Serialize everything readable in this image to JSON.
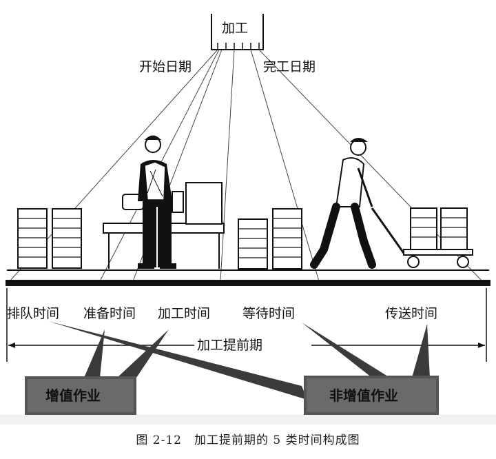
{
  "top": {
    "process_label": "加工",
    "start_date": "开始日期",
    "end_date": "完工日期"
  },
  "time_categories": [
    "排队时间",
    "准备时间",
    "加工时间",
    "等待时间",
    "传送时间"
  ],
  "lead_time_label": "加工提前期",
  "value_added_label": "增值作业",
  "non_value_added_label": "非增值作业",
  "caption": "图 2-12　加工提前期的 5 类时间构成图"
}
